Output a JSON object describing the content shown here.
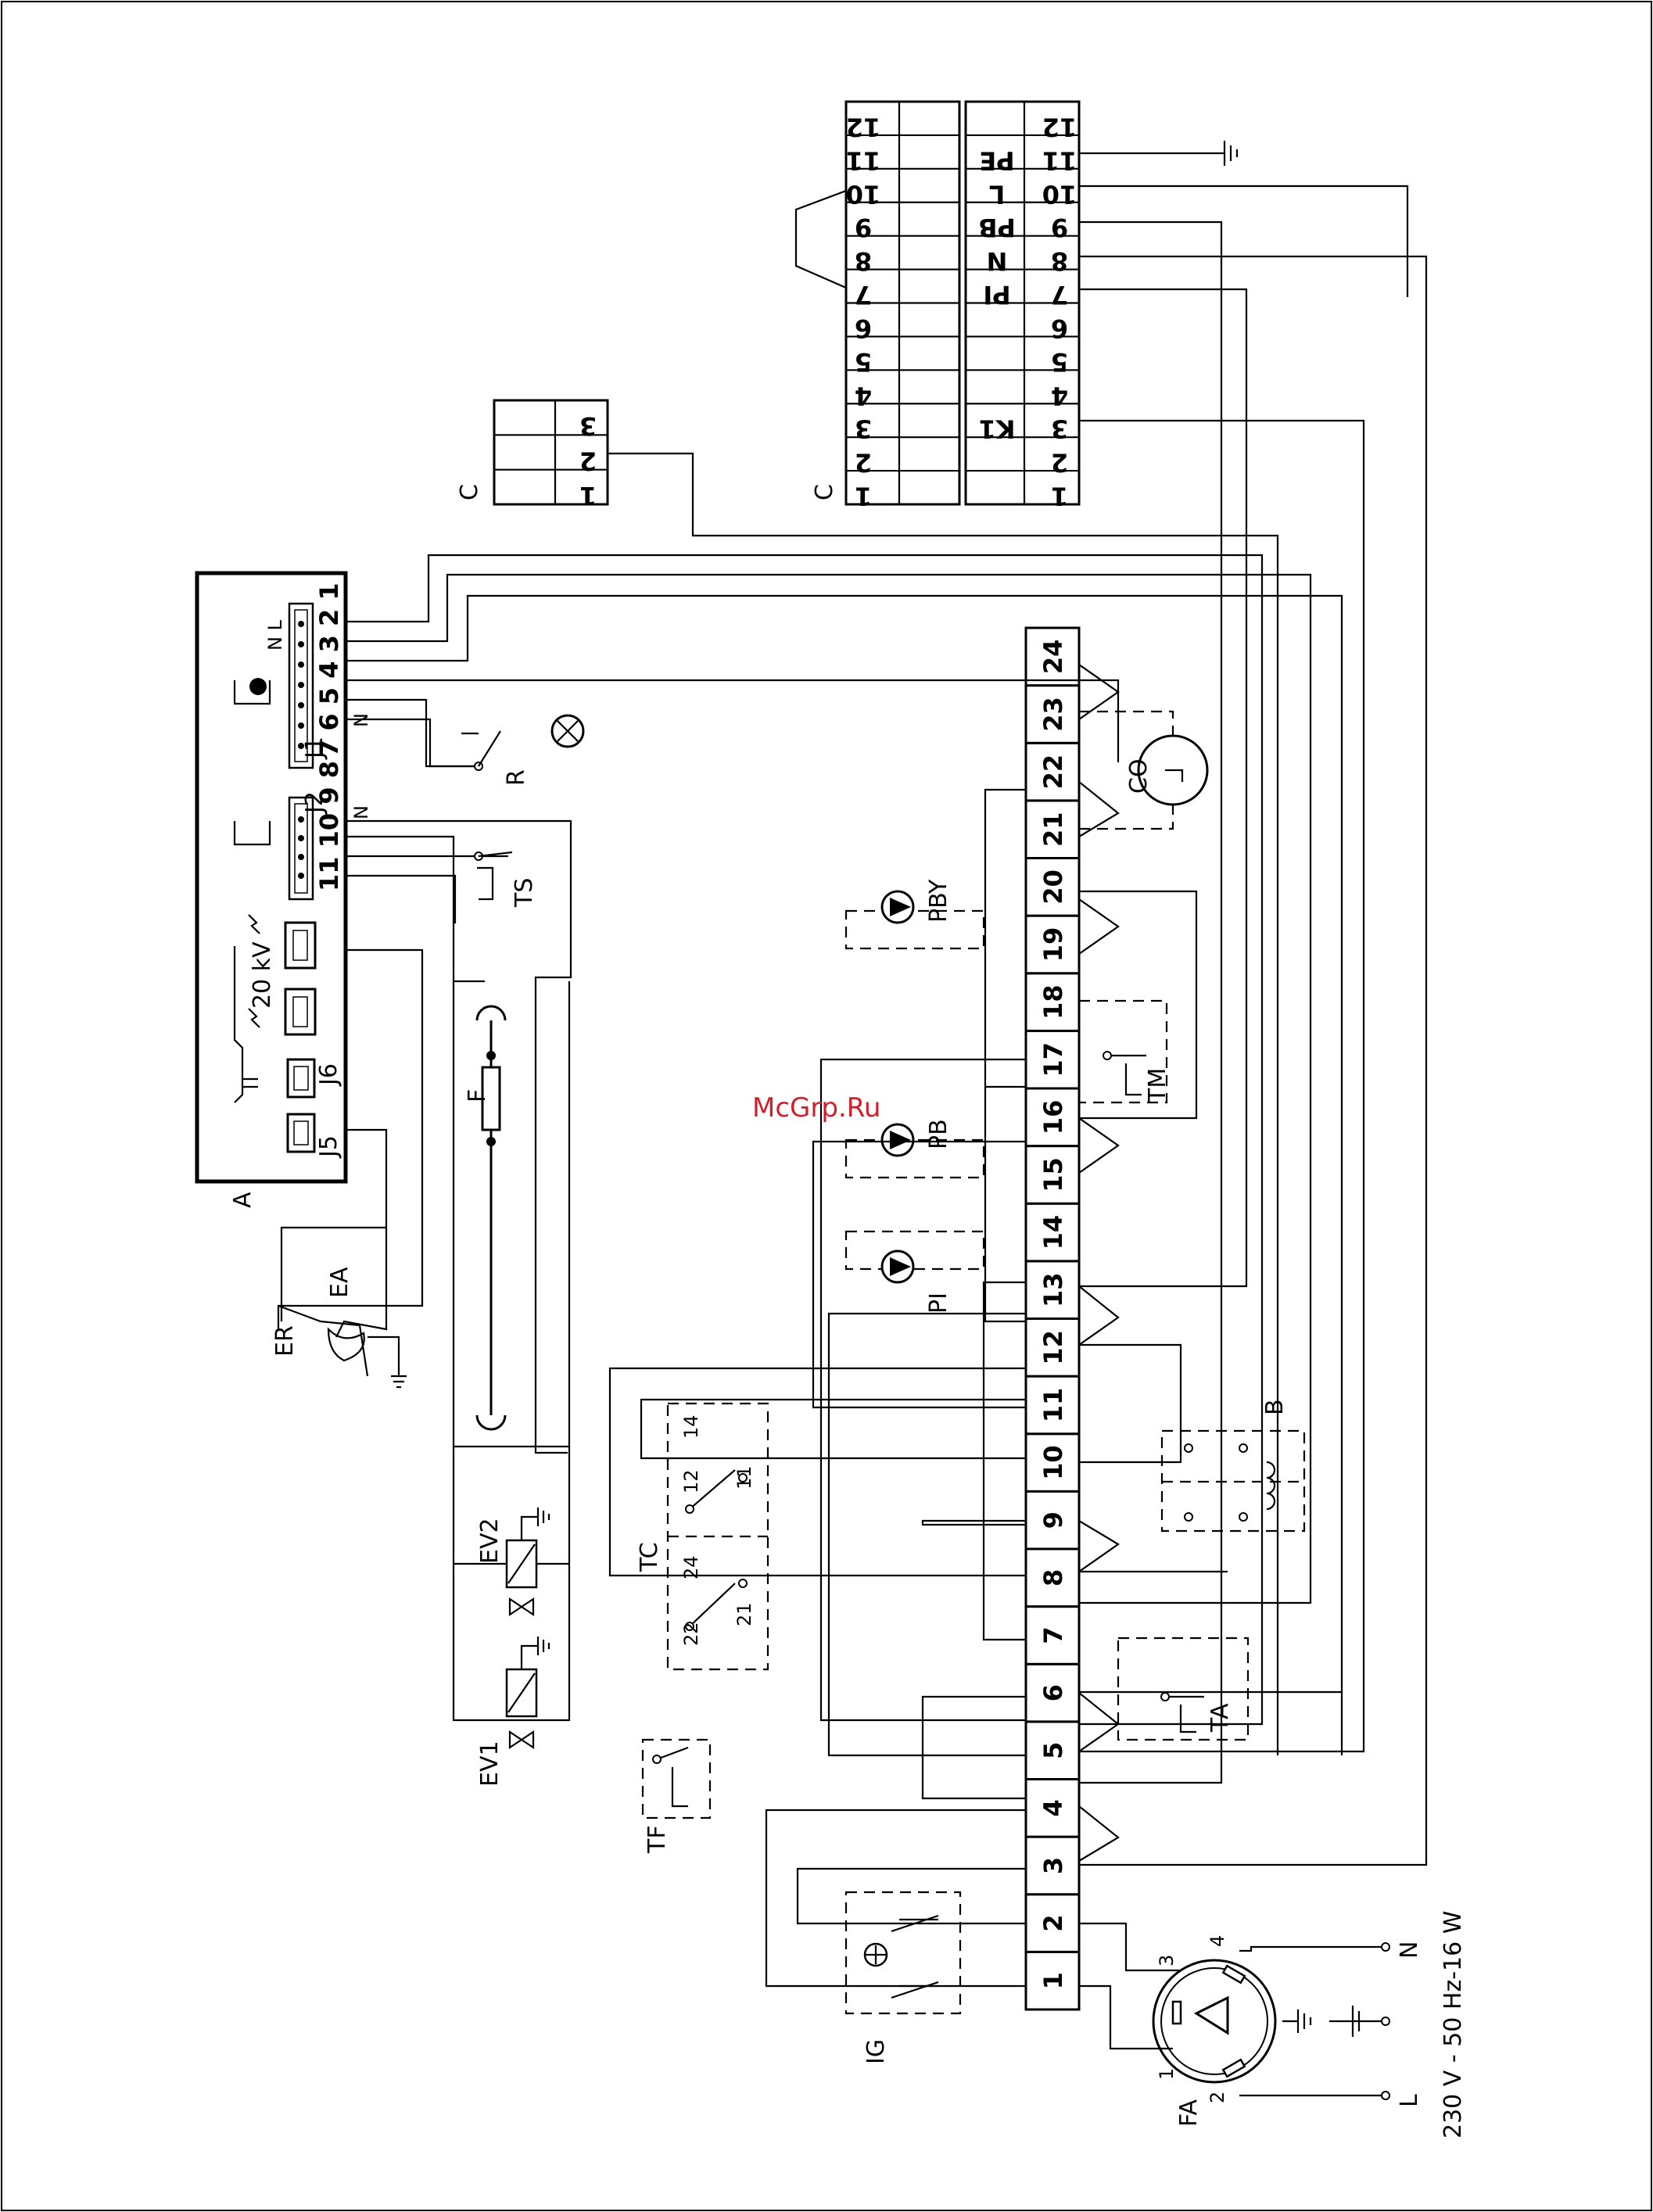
{
  "watermark": "McGrp.Ru",
  "supply_label": "230 V - 50 Hz-16 W",
  "terminal_strip": [
    "1",
    "2",
    "3",
    "4",
    "5",
    "6",
    "7",
    "8",
    "9",
    "10",
    "11",
    "12",
    "13",
    "14",
    "15",
    "16",
    "17",
    "18",
    "19",
    "20",
    "21",
    "22",
    "23",
    "24"
  ],
  "connector_c_right": {
    "numbers": [
      "1",
      "2",
      "3",
      "4",
      "5",
      "6",
      "7",
      "8",
      "9",
      "10",
      "11",
      "12"
    ],
    "labels": [
      "",
      "",
      "K1",
      "",
      "",
      "",
      "PI",
      "N",
      "PB",
      "L",
      "PE",
      ""
    ]
  },
  "connector_c_left": {
    "numbers": [
      "1",
      "2",
      "3",
      "4",
      "5",
      "6",
      "7",
      "8",
      "9",
      "10",
      "11",
      "12"
    ]
  },
  "connector_c_small": {
    "numbers": [
      "1",
      "2",
      "3"
    ]
  },
  "board": {
    "j1_pins": "7 6 5 4 3 2 1",
    "j2_pins": "11 10 9 8",
    "j1": "J1",
    "j2": "J2",
    "j5": "J5",
    "j6": "J6",
    "kv": "20 kV",
    "n_l": "N L",
    "n1": "N",
    "n2": "N"
  },
  "components": {
    "A": "A",
    "C": "C",
    "EA": "EA",
    "ER": "ER",
    "F": "F",
    "EV1": "EV1",
    "EV2": "EV2",
    "TC": "TC",
    "TF": "TF",
    "IG": "IG",
    "FA": "FA",
    "TS": "TS",
    "R": "R",
    "CO": "CO",
    "PBY": "PBY",
    "PB": "PB",
    "PI": "PI",
    "TM": "TM",
    "TA": "TA",
    "B": "B",
    "L": "L",
    "N": "N"
  },
  "tc_terminals": {
    "t24": "24",
    "t22": "22",
    "t21": "21",
    "t12": "12",
    "t14": "14",
    "t11": "11"
  },
  "plug_pins": {
    "p1": "1",
    "p2": "2",
    "p3": "3",
    "p4": "4"
  }
}
